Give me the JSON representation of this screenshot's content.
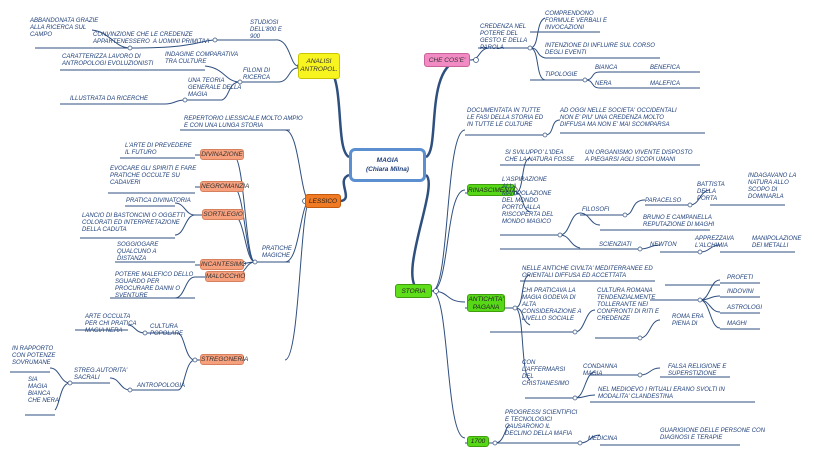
{
  "center": {
    "title": "MAGIA",
    "subtitle": "(Chiara Milna)"
  },
  "topics": {
    "analisi": "ANALISI\nANTROPOL.",
    "cose": "CHE COS'E'",
    "lessico": "LESSICO",
    "storia": "STORIA"
  },
  "analisi": {
    "studiosi": "STUDIOSI\nDELL'800 E\n900",
    "convinzione": "CONVINZIONE CHE LE CREDENZE\nAPPARTENESSERO  A UOMINI PRIMITIVI",
    "abbandonata": "ABBANDONATA GRAZIE\nALLA RICERCA SUL\nCAMPO",
    "filoni": "FILONI DI\nRICERCA",
    "indagine": "INDAGINE COMPARATIVA\nTRA CULTURE",
    "caratterizza": "CARATTERIZZA LAVORO DI\nANTROPOLOGI EVOLUZIONISTI",
    "teoria": "UNA TEORIA\nGENERALE DELLA\nMAGIA",
    "illustrata": "ILLUSTRATA DA RICERCHE"
  },
  "cose": {
    "credenza": "CREDENZA NEL\nPOTERE DEL\nGESTO E DELLA\nPAROLA",
    "comprendono": "COMPRENDONO\nFORMULE VERBALI E\nINVOCAZIONI",
    "intenzione": "INTENZIONE DI INFLUIRE SUL CORSO\nDEGLI EVENTI",
    "tipologie": "TIPOLOGIE",
    "bianca": "BIANCA",
    "benefica": "BENEFICA",
    "nera": "NERA",
    "malefica": "MALEFICA"
  },
  "lessico": {
    "repertorio": "REPERTORIO LIESSICALE MOLTO AMPIO\nE CON UNA LUNGA STORIA",
    "pratiche": "PRATICHE\nMAGICHE",
    "divinazione": "DIVINAZIONE",
    "divinazione_desc": "L'ARTE DI PREVEDERE\nIL FUTURO",
    "negromanzia": "NEGROMANZIA",
    "negromanzia_desc": "EVOCARE GLI SPIRITI E FARE\nPRATICHE OCCULTE SU\nCADAVERI",
    "sortilegio": "SORTILEGIO",
    "sortilegio_desc1": "PRATICA DIVINATORIA",
    "sortilegio_desc2": "LANCIO DI BASTONCINI O OGGETTI\nCOLORATI ED INTERPRETAZIONE\nDELLA CADUTA",
    "incantesimo": "INCANTESIMO",
    "incantesimo_desc": "SOGGIOGARE\nQUALCUNO A\nDISTANZA",
    "malocchio": "MALOCCHIO",
    "malocchio_desc": "POTERE MALEFICO DELLO\nSGUARDO PER\nPROCURARE DANNI O\nSVENTURE",
    "stregoneria": "STREGONERIA",
    "cultura_popolare": "CULTURA\nPOPOLARE",
    "arte_occulta": "ARTE OCCULTA\nPER CHI PRATICA\nMAGIA NERA",
    "antropologia": "ANTROPOLOGIA",
    "streg_autorita": "STREG.AUTORITA'\nSACRALI",
    "rapporto": "IN RAPPORTO\nCON POTENZE\nSOVRUMANE",
    "sia_magia": "SIA\nMAGIA\nBIANCA\nCHE NERA"
  },
  "storia": {
    "documentata": "DOCUMENTATA IN TUTTE\nLE FASI DELLA STORIA ED\nIN TUTTE LE CULTURE",
    "ad_oggi": "AD OGGI NELLE SOCIETA' OCCIDENTALI\nNON E' PIU' UNA CREDENZA MOLTO\nDIFFUSA MA NON E' MAI SCOMPARSA",
    "rinascimento": "RINASCIMENTO",
    "si_sviluppo": "SI SVILUPPO' L'IDEA\nCHE LA NATURA FOSSE",
    "organismo": "UN ORGANISMO VIVENTE DISPOSTO\nA PIEGARSI AGLI SCOPI UMANI",
    "aspirazione": "L'ASPIRAZIONE\nALLA\nMANIPOLAZIONE\nDEL MONDO\nPORTO' ALLA\nRISCOPERTA DEL\nMONDO MAGICO",
    "filosofi": "FILOSOFI",
    "paracelso": "PARACELSO",
    "battista": "BATTISTA\nDELLA\nPORTA",
    "indagavano": "INDAGAVANO LA\nNATURA ALLO\nSCOPO DI\nDOMINARLA",
    "bruno": "BRUNO E CAMPANELLA\nREPUTAZIONE DI MAGHI",
    "scienziati": "SCIENZIATI",
    "newton": "NEWTON",
    "apprezzava": "APPREZZAVA\nL'ALCHIMIA",
    "manipolazione": "MANIPOLAZIONE\nDEI METALLI",
    "antichita": "ANTICHITA'\nPAGANA",
    "antiche_civilta": "NELLE ANTICHE CIVILTA' MEDITERRANEE ED\nORIENTALI DIFFUSA ED ACCETTATA",
    "chi_praticava": "CHI PRATICAVA LA\nMAGIA GODEVA DI\nALTA\nCONSIDERAZIONE A\nLIVELLO SOCIALE",
    "cultura_romana": "CULTURA ROMANA\nTENDENZIALMENTE\nTOLLERANTE NEI\nCONFRONTI DI RITI E\nCREDENZE",
    "roma": "ROMA ERA\nPIENA DI",
    "profeti": "PROFETI",
    "indovini": "INDOVINI",
    "astrologi": "ASTROLOGI",
    "maghi": "MAGHI",
    "con_affermarsi": "CON\nL'AFFERMARSI\nDEL\nCRISTIANESIMO",
    "condanna": "CONDANNA\nMAGIA",
    "falsa": "FALSA RELIGIONE E\nSUPERSTIZIONE",
    "medioevo": "NEL MEDIOEVO I RITUALI ERANO SVOLTI IN\nMODALITA' CLANDESTINA",
    "s1700": "1700",
    "progressi": "PROGRESSI SCIENTIFICI\nE TECNOLOGICI\nCAUSARONO IL\nDECLINO DELLA MAFIA",
    "medicina": "MEDICINA",
    "guarigione": "GUARIGIONE DELLE PERSONE CON\nDIAGNOSI E TERAPIE"
  },
  "colors": {
    "link": "#2f4f7f",
    "center_border": "#5b8fd0",
    "yellow": "#f8f420",
    "pink": "#f28bc4",
    "orange": "#f07b24",
    "green": "#5fde1a",
    "salmon": "#f6a07e"
  }
}
